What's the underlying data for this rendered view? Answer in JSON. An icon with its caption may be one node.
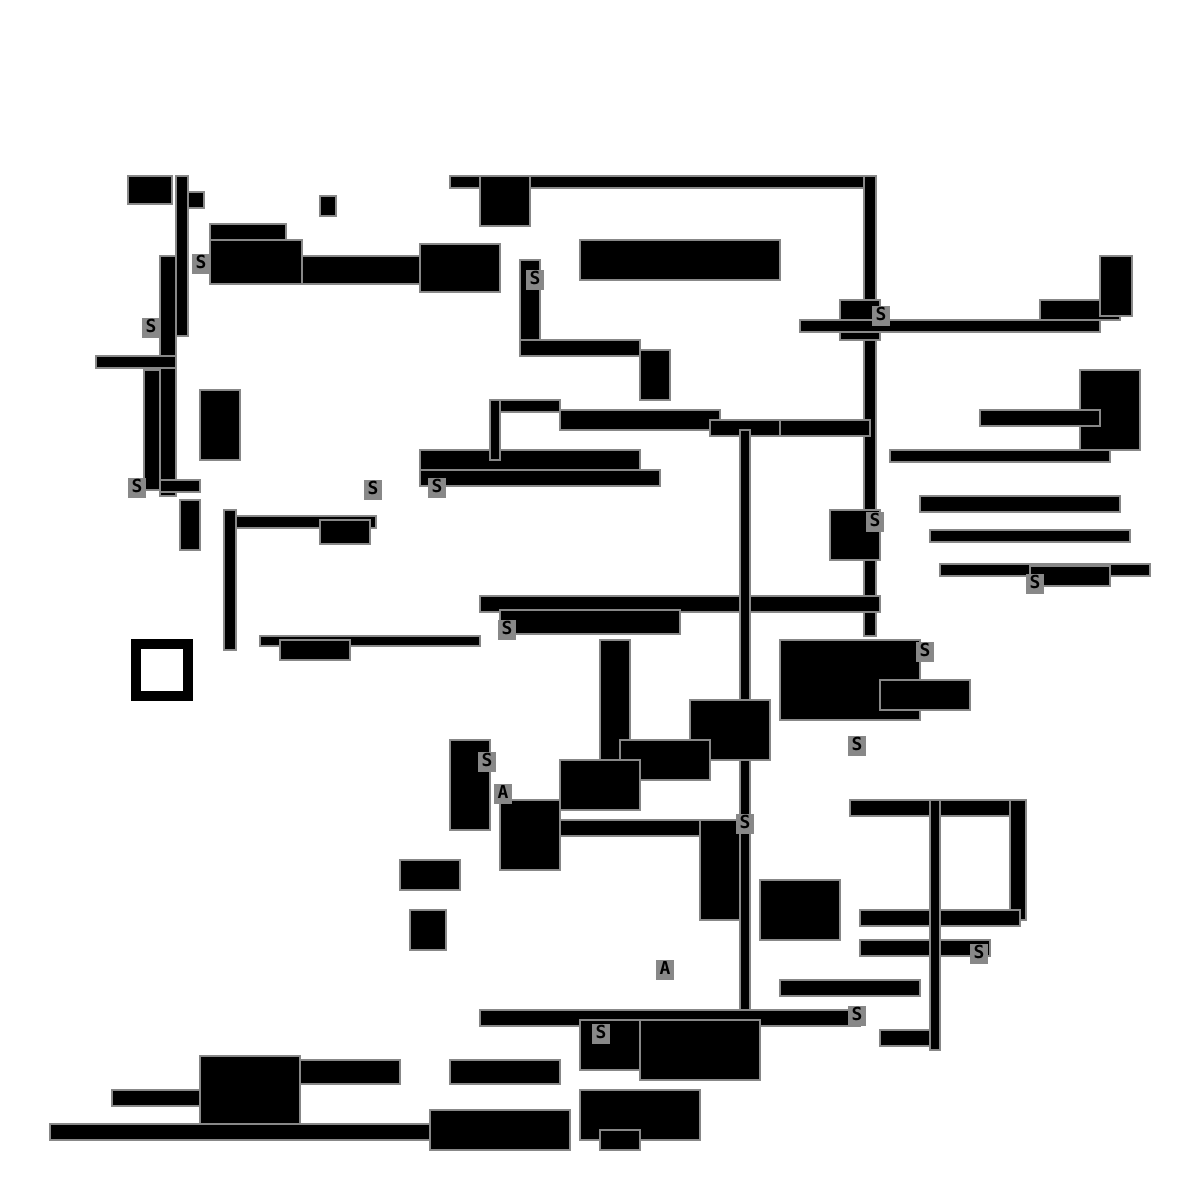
{
  "diagram": {
    "labels": [
      "S",
      "S",
      "S",
      "S",
      "S",
      "S",
      "S",
      "S",
      "S",
      "S",
      "S",
      "S",
      "S",
      "A",
      "S",
      "S",
      "A",
      "S",
      "S"
    ]
  }
}
